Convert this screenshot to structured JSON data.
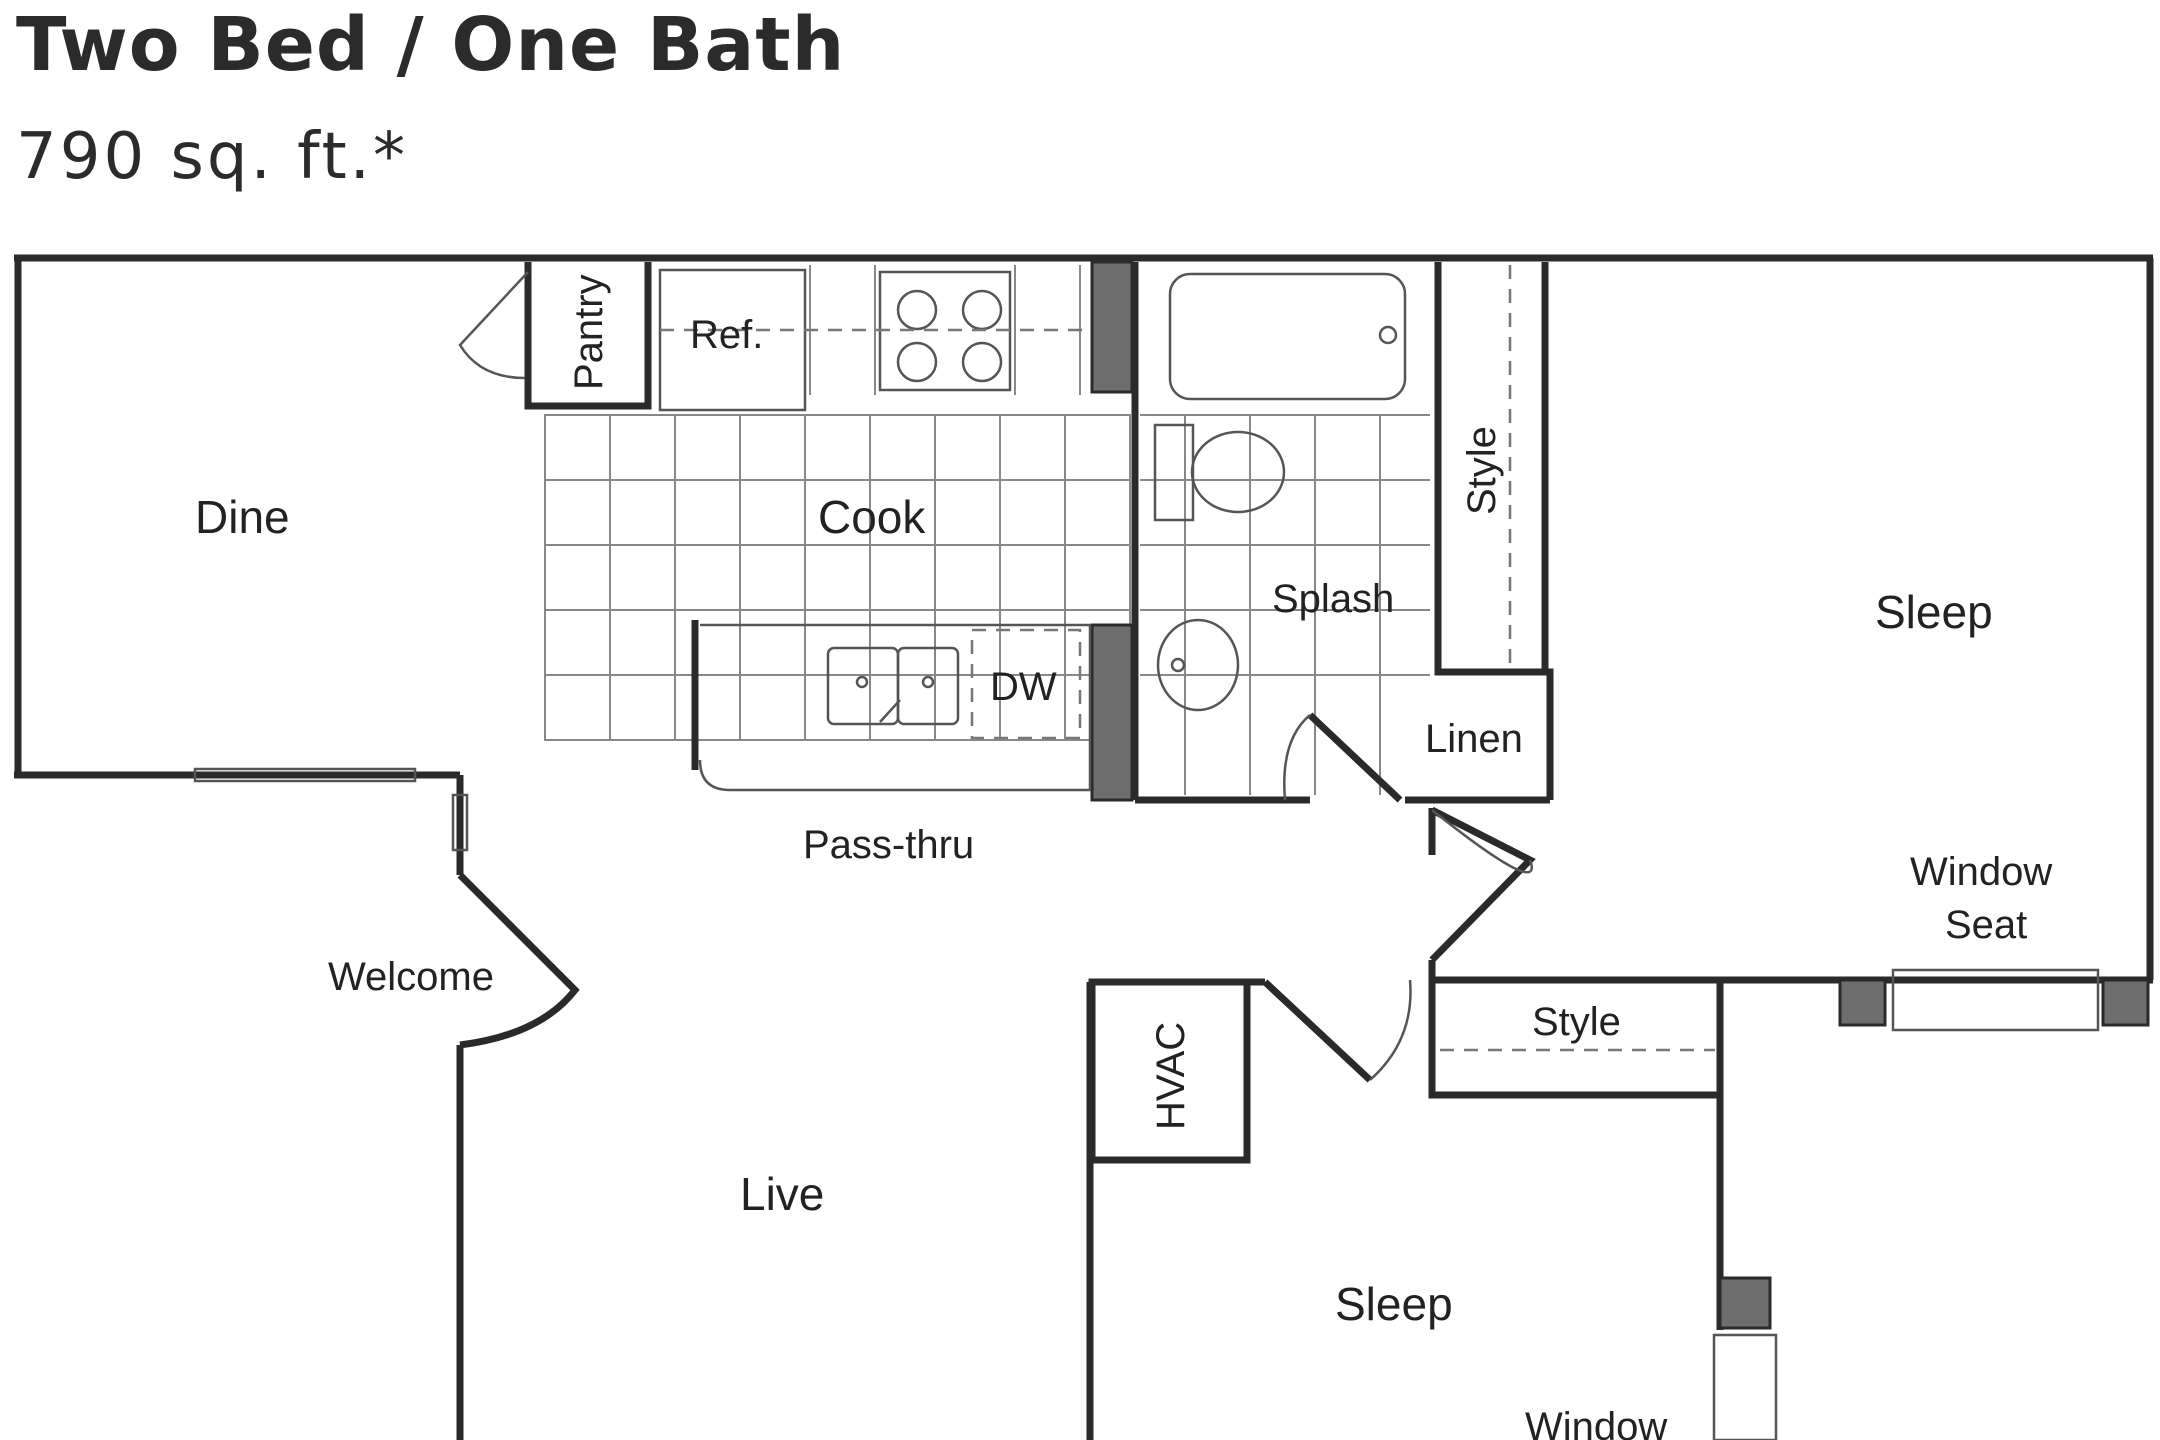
{
  "plan": {
    "title": "Two Bed / One Bath",
    "area": "790 sq. ft.*",
    "rooms": {
      "dine": "Dine",
      "cook": "Cook",
      "pantry": "Pantry",
      "ref": "Ref.",
      "dw": "DW",
      "pass_thru": "Pass-thru",
      "welcome": "Welcome",
      "live": "Live",
      "splash": "Splash",
      "style_top": "Style",
      "linen": "Linen",
      "sleep_main": "Sleep",
      "window_seat_1": "Window",
      "window_seat_2": "Seat",
      "hvac": "HVAC",
      "style_bottom": "Style",
      "sleep_second": "Sleep",
      "window_bottom": "Window"
    }
  }
}
